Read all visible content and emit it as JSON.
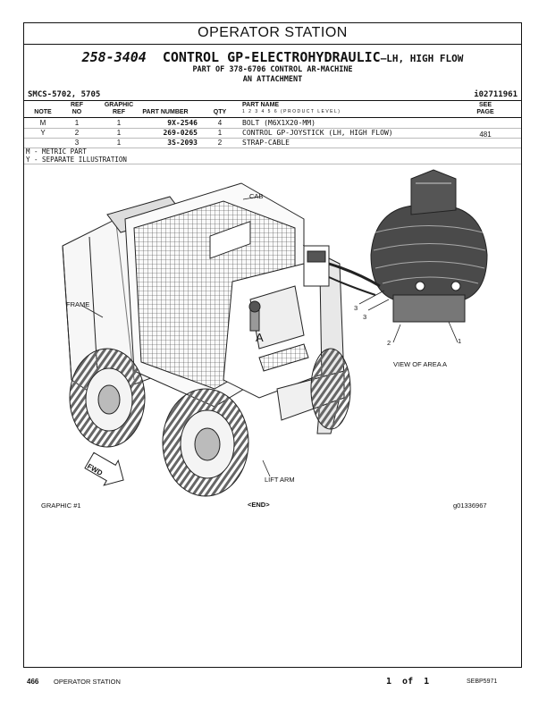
{
  "section_header": "OPERATOR STATION",
  "group": {
    "part_number": "258-3404",
    "title": "CONTROL GP-ELECTROHYDRAULIC",
    "title_suffix": "—LH, HIGH FLOW",
    "part_of": "PART OF 378-6706 CONTROL AR-MACHINE",
    "attachment": "AN ATTACHMENT"
  },
  "smcs": "SMCS-5702, 5705",
  "doc_id": "i02711961",
  "columns": {
    "note": "NOTE",
    "ref_no": "REF\nNO",
    "graphic_ref": "GRAPHIC\nREF",
    "part_number": "PART NUMBER",
    "qty": "QTY",
    "part_name": "PART NAME",
    "product_level": "1 2 3 4 5 6 (PRODUCT LEVEL)",
    "see_page": "SEE\nPAGE"
  },
  "rows": [
    {
      "note": "M",
      "ref": "1",
      "graphic": "1",
      "part": "9X-2546",
      "qty": "4",
      "name": "BOLT (M6X1X20-MM)",
      "see": ""
    },
    {
      "note": "Y",
      "ref": "2",
      "graphic": "1",
      "part": "269-0265",
      "qty": "1",
      "name": "CONTROL GP-JOYSTICK (LH, HIGH FLOW)",
      "see": "481"
    },
    {
      "note": "",
      "ref": "3",
      "graphic": "1",
      "part": "3S-2093",
      "qty": "2",
      "name": "STRAP-CABLE",
      "see": ""
    }
  ],
  "legend": [
    "M - METRIC PART",
    "Y - SEPARATE ILLUSTRATION"
  ],
  "illustration": {
    "labels": {
      "cab": "CAB",
      "frame": "FRAME",
      "area_a": "A",
      "view": "VIEW OF AREA A",
      "lift_arm": "LIFT ARM",
      "fwd": "FWD",
      "callout_1": "1",
      "callout_2": "2",
      "callout_3a": "3",
      "callout_3b": "3"
    },
    "graphic_label": "GRAPHIC #1",
    "end_marker": "<END>",
    "graphic_id": "g01336967"
  },
  "footer": {
    "page": "466",
    "section": "OPERATOR STATION",
    "page_of": "1  of  1",
    "doc": "SEBP5971"
  }
}
